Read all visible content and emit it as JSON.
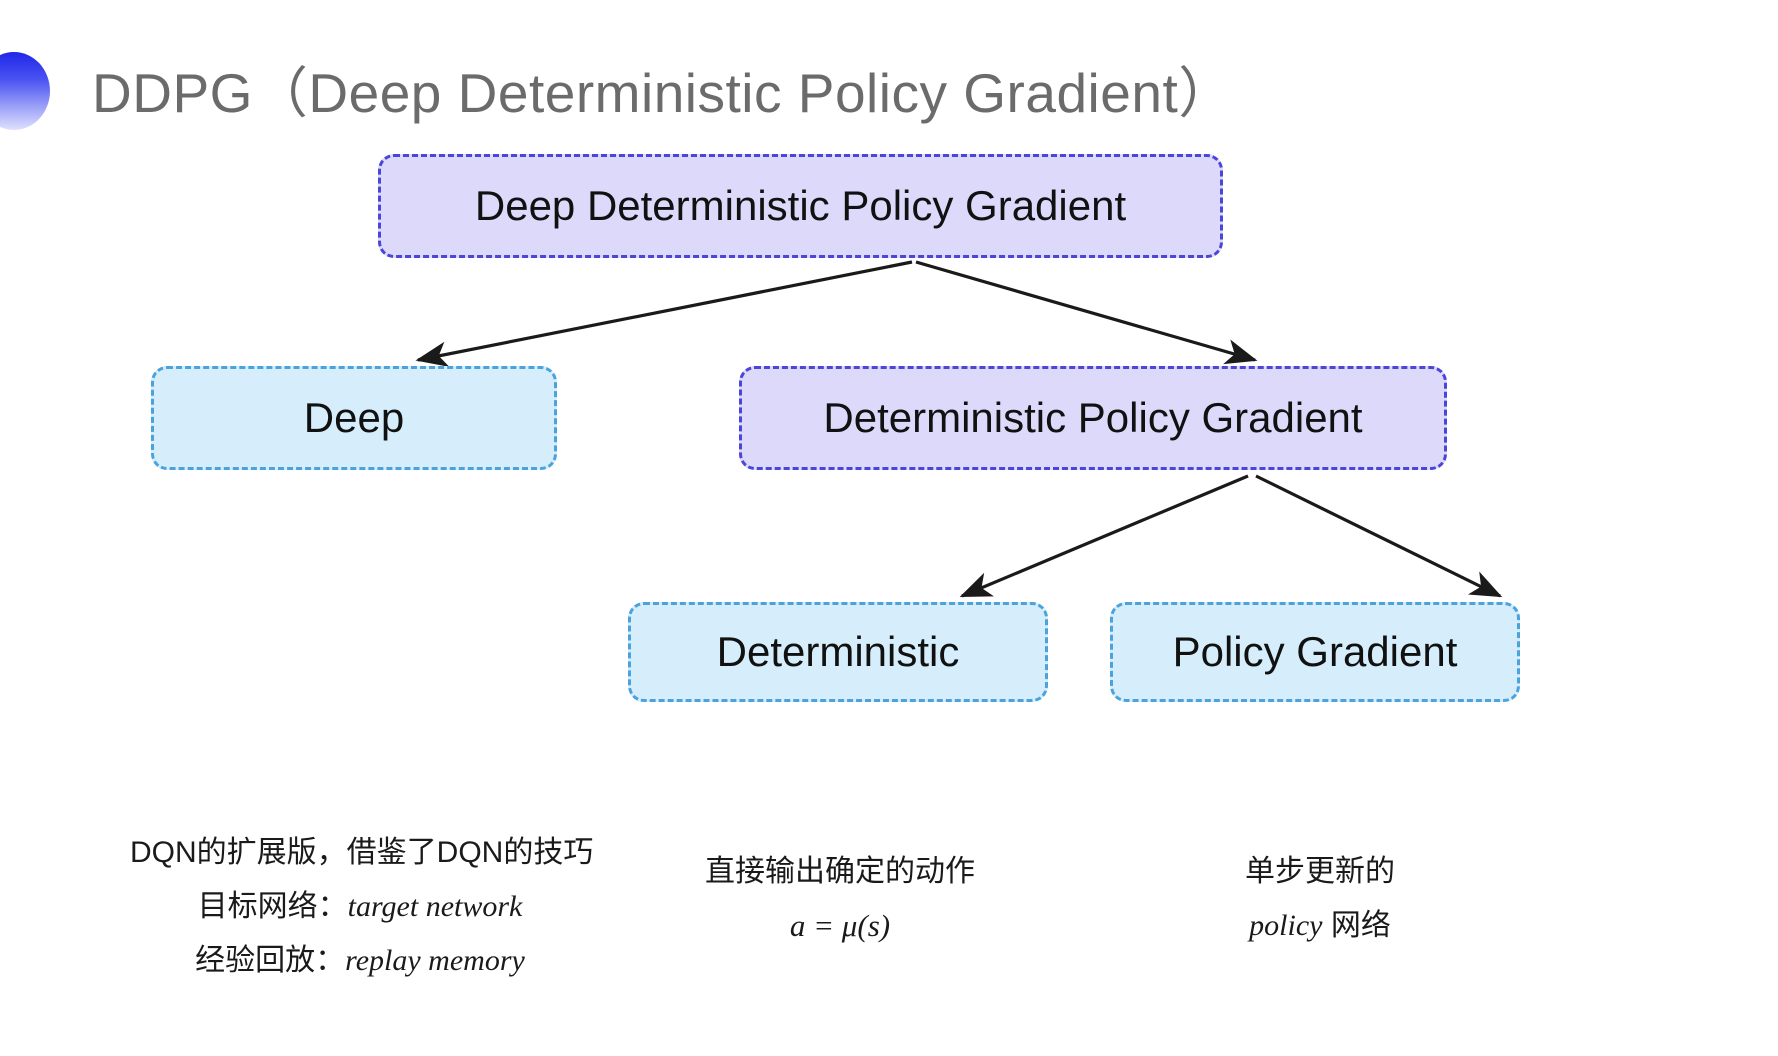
{
  "slide": {
    "title": "DDPG（Deep Deterministic Policy Gradient）",
    "background": "#ffffff",
    "bullet_icon": "gradient-circle-bullet"
  },
  "colors": {
    "purple_fill": "#dcd9fb",
    "purple_border": "#4b45d8",
    "cyan_fill": "#d6eefb",
    "cyan_border": "#4ba3dd",
    "arrow": "#1a1a1a",
    "title_text": "#6b6b6b",
    "body_text": "#1a1a1a"
  },
  "diagram": {
    "type": "tree",
    "nodes": [
      {
        "id": "root",
        "label": "Deep Deterministic Policy Gradient",
        "style": "purple",
        "level": 0
      },
      {
        "id": "deep",
        "label": "Deep",
        "style": "cyan",
        "level": 1
      },
      {
        "id": "dpg",
        "label": "Deterministic Policy Gradient",
        "style": "purple",
        "level": 1
      },
      {
        "id": "deterministic",
        "label": "Deterministic",
        "style": "cyan",
        "level": 2
      },
      {
        "id": "policy_gradient",
        "label": "Policy Gradient",
        "style": "cyan",
        "level": 2
      }
    ],
    "edges": [
      {
        "from": "root",
        "to": "deep"
      },
      {
        "from": "root",
        "to": "dpg"
      },
      {
        "from": "dpg",
        "to": "deterministic"
      },
      {
        "from": "dpg",
        "to": "policy_gradient"
      }
    ]
  },
  "captions": {
    "deep": {
      "line1": "DQN的扩展版，借鉴了DQN的技巧",
      "line2_label": "目标网络：",
      "line2_term": "target network",
      "line3_label": "经验回放：",
      "line3_term": "replay memory"
    },
    "deterministic": {
      "line1": "直接输出确定的动作",
      "formula": "a = μ(s)"
    },
    "policy_gradient": {
      "line1": "单步更新的",
      "line2_term": "policy",
      "line2_tail": " 网络"
    }
  }
}
